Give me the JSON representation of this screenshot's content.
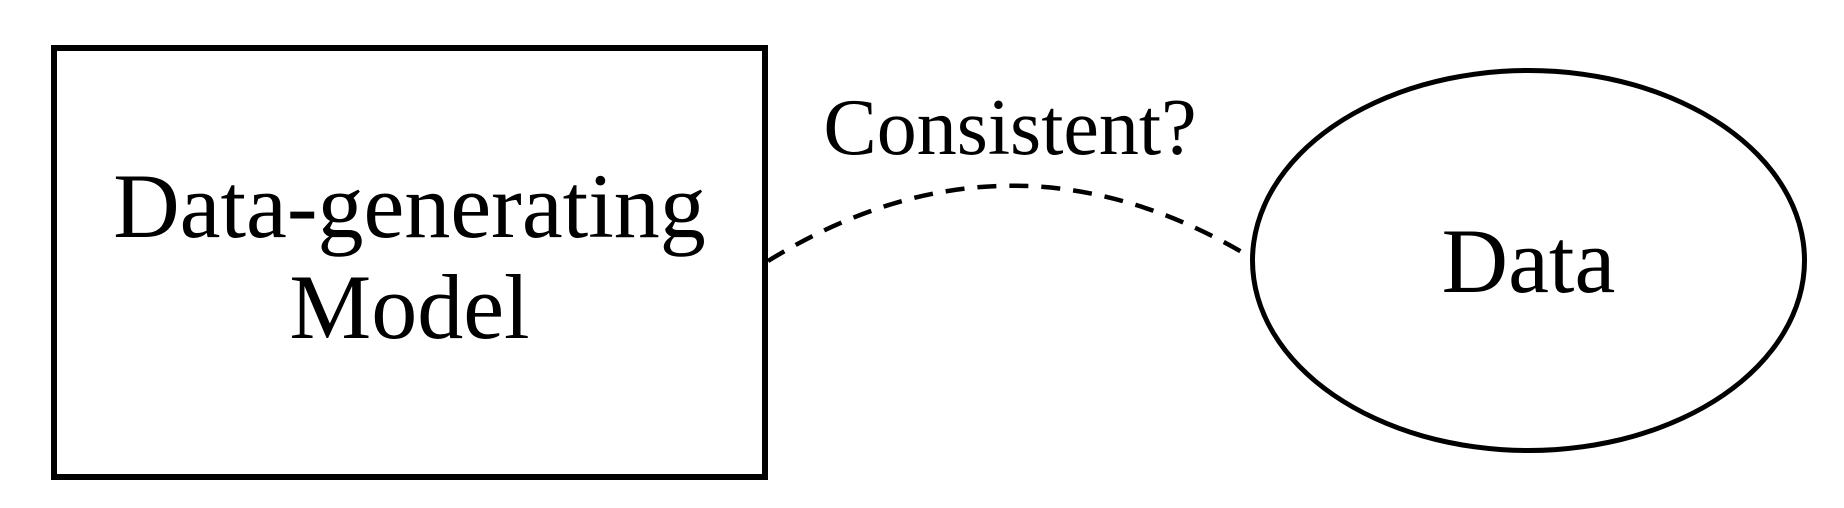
{
  "diagram": {
    "model_box": {
      "line1": "Data-generating",
      "line2": "Model"
    },
    "connector": {
      "label": "Consistent?",
      "line_style": "dashed"
    },
    "data_ellipse": {
      "label": "Data"
    },
    "colors": {
      "stroke": "#000000",
      "text": "#000000",
      "background": "#ffffff"
    }
  }
}
